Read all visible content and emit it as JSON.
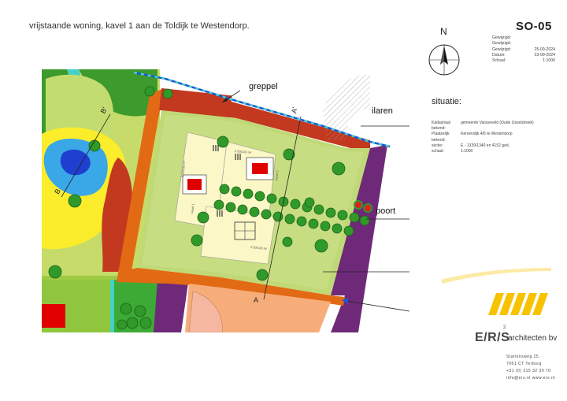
{
  "header": {
    "title": "vrijstaande woning, kavel 1 aan de Toldijk te Westendorp.",
    "sheet_code": "SO-05"
  },
  "north_arrow": {
    "label": "N",
    "icon": "north-arrow-icon"
  },
  "meta": {
    "rows": [
      {
        "label": "Gewijzigd:",
        "value": ""
      },
      {
        "label": "Gewijzigd:",
        "value": ""
      },
      {
        "label": "Gewijzigd:",
        "value": "25-09-2024"
      },
      {
        "label": "Datum:",
        "value": "23-09-2024"
      },
      {
        "label": "Schaal:",
        "value": "1:1000"
      }
    ]
  },
  "situatie": {
    "heading": "situatie:",
    "rows": [
      {
        "label": "Kadastraal bekend:",
        "value": "gemeente Varsseveld (Oude IJsselstreek)"
      },
      {
        "label": "Plaatselijk bekend:",
        "value": "Kervendijk 4/6 te Westendorp"
      },
      {
        "label": "sectie:",
        "value": "E - 1339/1340 en 4152 ged."
      },
      {
        "label": "schaal:",
        "value": "1:1000"
      }
    ]
  },
  "plan": {
    "labels": {
      "greppel": "greppel",
      "ilaren": "ilaren",
      "poort": "poort"
    },
    "section_marks": [
      "A",
      "A'",
      "B",
      "B'"
    ],
    "plot_areas": [
      "2.500,00 m²",
      "3.100,00 m²",
      "2.500,00 m²"
    ],
    "plot_names": [
      "kavel 1",
      "kavel 2"
    ]
  },
  "logo": {
    "name": "E/R/S",
    "sup": "2",
    "sub": "architecten bv",
    "address_lines": [
      "Stationsweg 25",
      "7061 CT Terborg",
      "+31 (0) 315 32 30 70",
      "info@ers.nl     www.ers.nl"
    ]
  },
  "colors": {
    "dark_red": "#c3391f",
    "orange": "#e36a14",
    "light_green": "#c0d977",
    "yellow": "#fbec2c",
    "purple": "#6e2a78",
    "cyan": "#3fd2c8",
    "blue": "#1f55d6",
    "brand_yellow": "#f7c200"
  }
}
